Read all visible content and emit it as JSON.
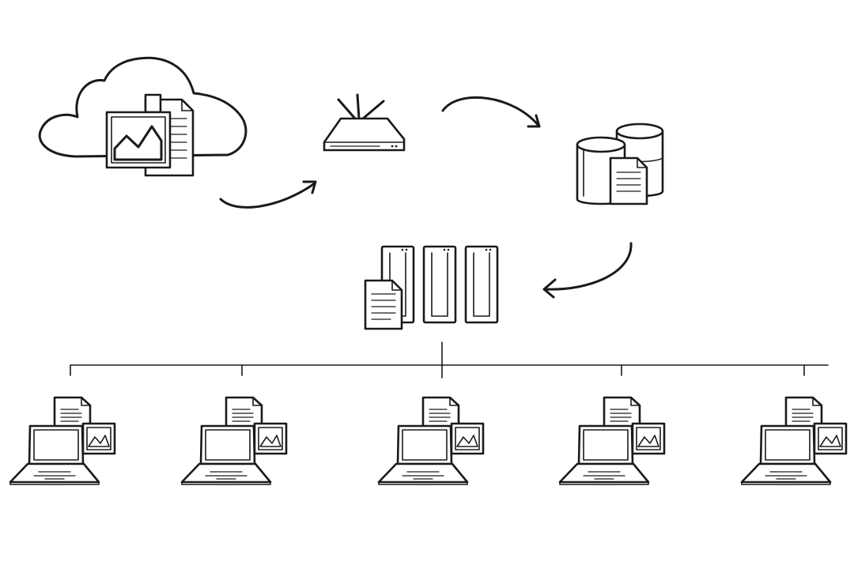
{
  "diagram": {
    "nodes": [
      {
        "id": "cloud",
        "icon": "cloud-storage-icon"
      },
      {
        "id": "router",
        "icon": "router-icon"
      },
      {
        "id": "database",
        "icon": "database-icon"
      },
      {
        "id": "servers",
        "icon": "server-rack-icon"
      },
      {
        "id": "laptop-1",
        "icon": "laptop-icon"
      },
      {
        "id": "laptop-2",
        "icon": "laptop-icon"
      },
      {
        "id": "laptop-3",
        "icon": "laptop-icon"
      },
      {
        "id": "laptop-4",
        "icon": "laptop-icon"
      },
      {
        "id": "laptop-5",
        "icon": "laptop-icon"
      }
    ],
    "edges": [
      {
        "from": "cloud",
        "to": "router",
        "style": "curved-arrow"
      },
      {
        "from": "router",
        "to": "database",
        "style": "curved-arrow"
      },
      {
        "from": "database",
        "to": "servers",
        "style": "curved-arrow"
      },
      {
        "from": "servers",
        "to": "laptop-1",
        "style": "bus-line"
      },
      {
        "from": "servers",
        "to": "laptop-2",
        "style": "bus-line"
      },
      {
        "from": "servers",
        "to": "laptop-3",
        "style": "bus-line"
      },
      {
        "from": "servers",
        "to": "laptop-4",
        "style": "bus-line"
      },
      {
        "from": "servers",
        "to": "laptop-5",
        "style": "bus-line"
      }
    ],
    "colors": {
      "ink": "#1a1a1a",
      "background": "#ffffff"
    }
  }
}
